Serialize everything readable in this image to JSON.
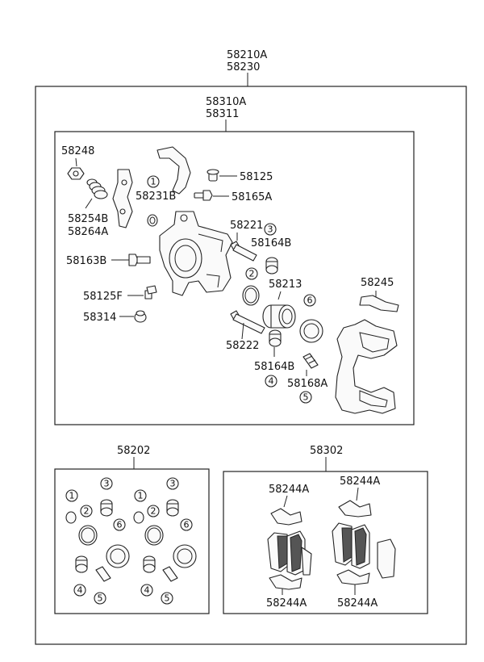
{
  "assembly": {
    "code_a": "58210A",
    "code_b": "58230"
  },
  "caliper": {
    "code_a": "58310A",
    "code_b": "58311"
  },
  "labels": {
    "p58248": "58248",
    "p58254B": "58254B",
    "p58264A": "58264A",
    "p58231B": "58231B",
    "p58125": "58125",
    "p58165A": "58165A",
    "p58221": "58221",
    "p58164B_top": "58164B",
    "p58163B": "58163B",
    "p58213": "58213",
    "p58245": "58245",
    "p58125F": "58125F",
    "p58314": "58314",
    "p58222": "58222",
    "p58164B_bot": "58164B",
    "p58168A": "58168A"
  },
  "kits": {
    "seal_kit": "58202",
    "pad_kit": "58302",
    "clip_tl": "58244A",
    "clip_tr": "58244A",
    "clip_bl": "58244A",
    "clip_br": "58244A"
  },
  "callouts": {
    "c1": "1",
    "c2": "2",
    "c3": "3",
    "c4": "4",
    "c5": "5",
    "c6": "6"
  }
}
